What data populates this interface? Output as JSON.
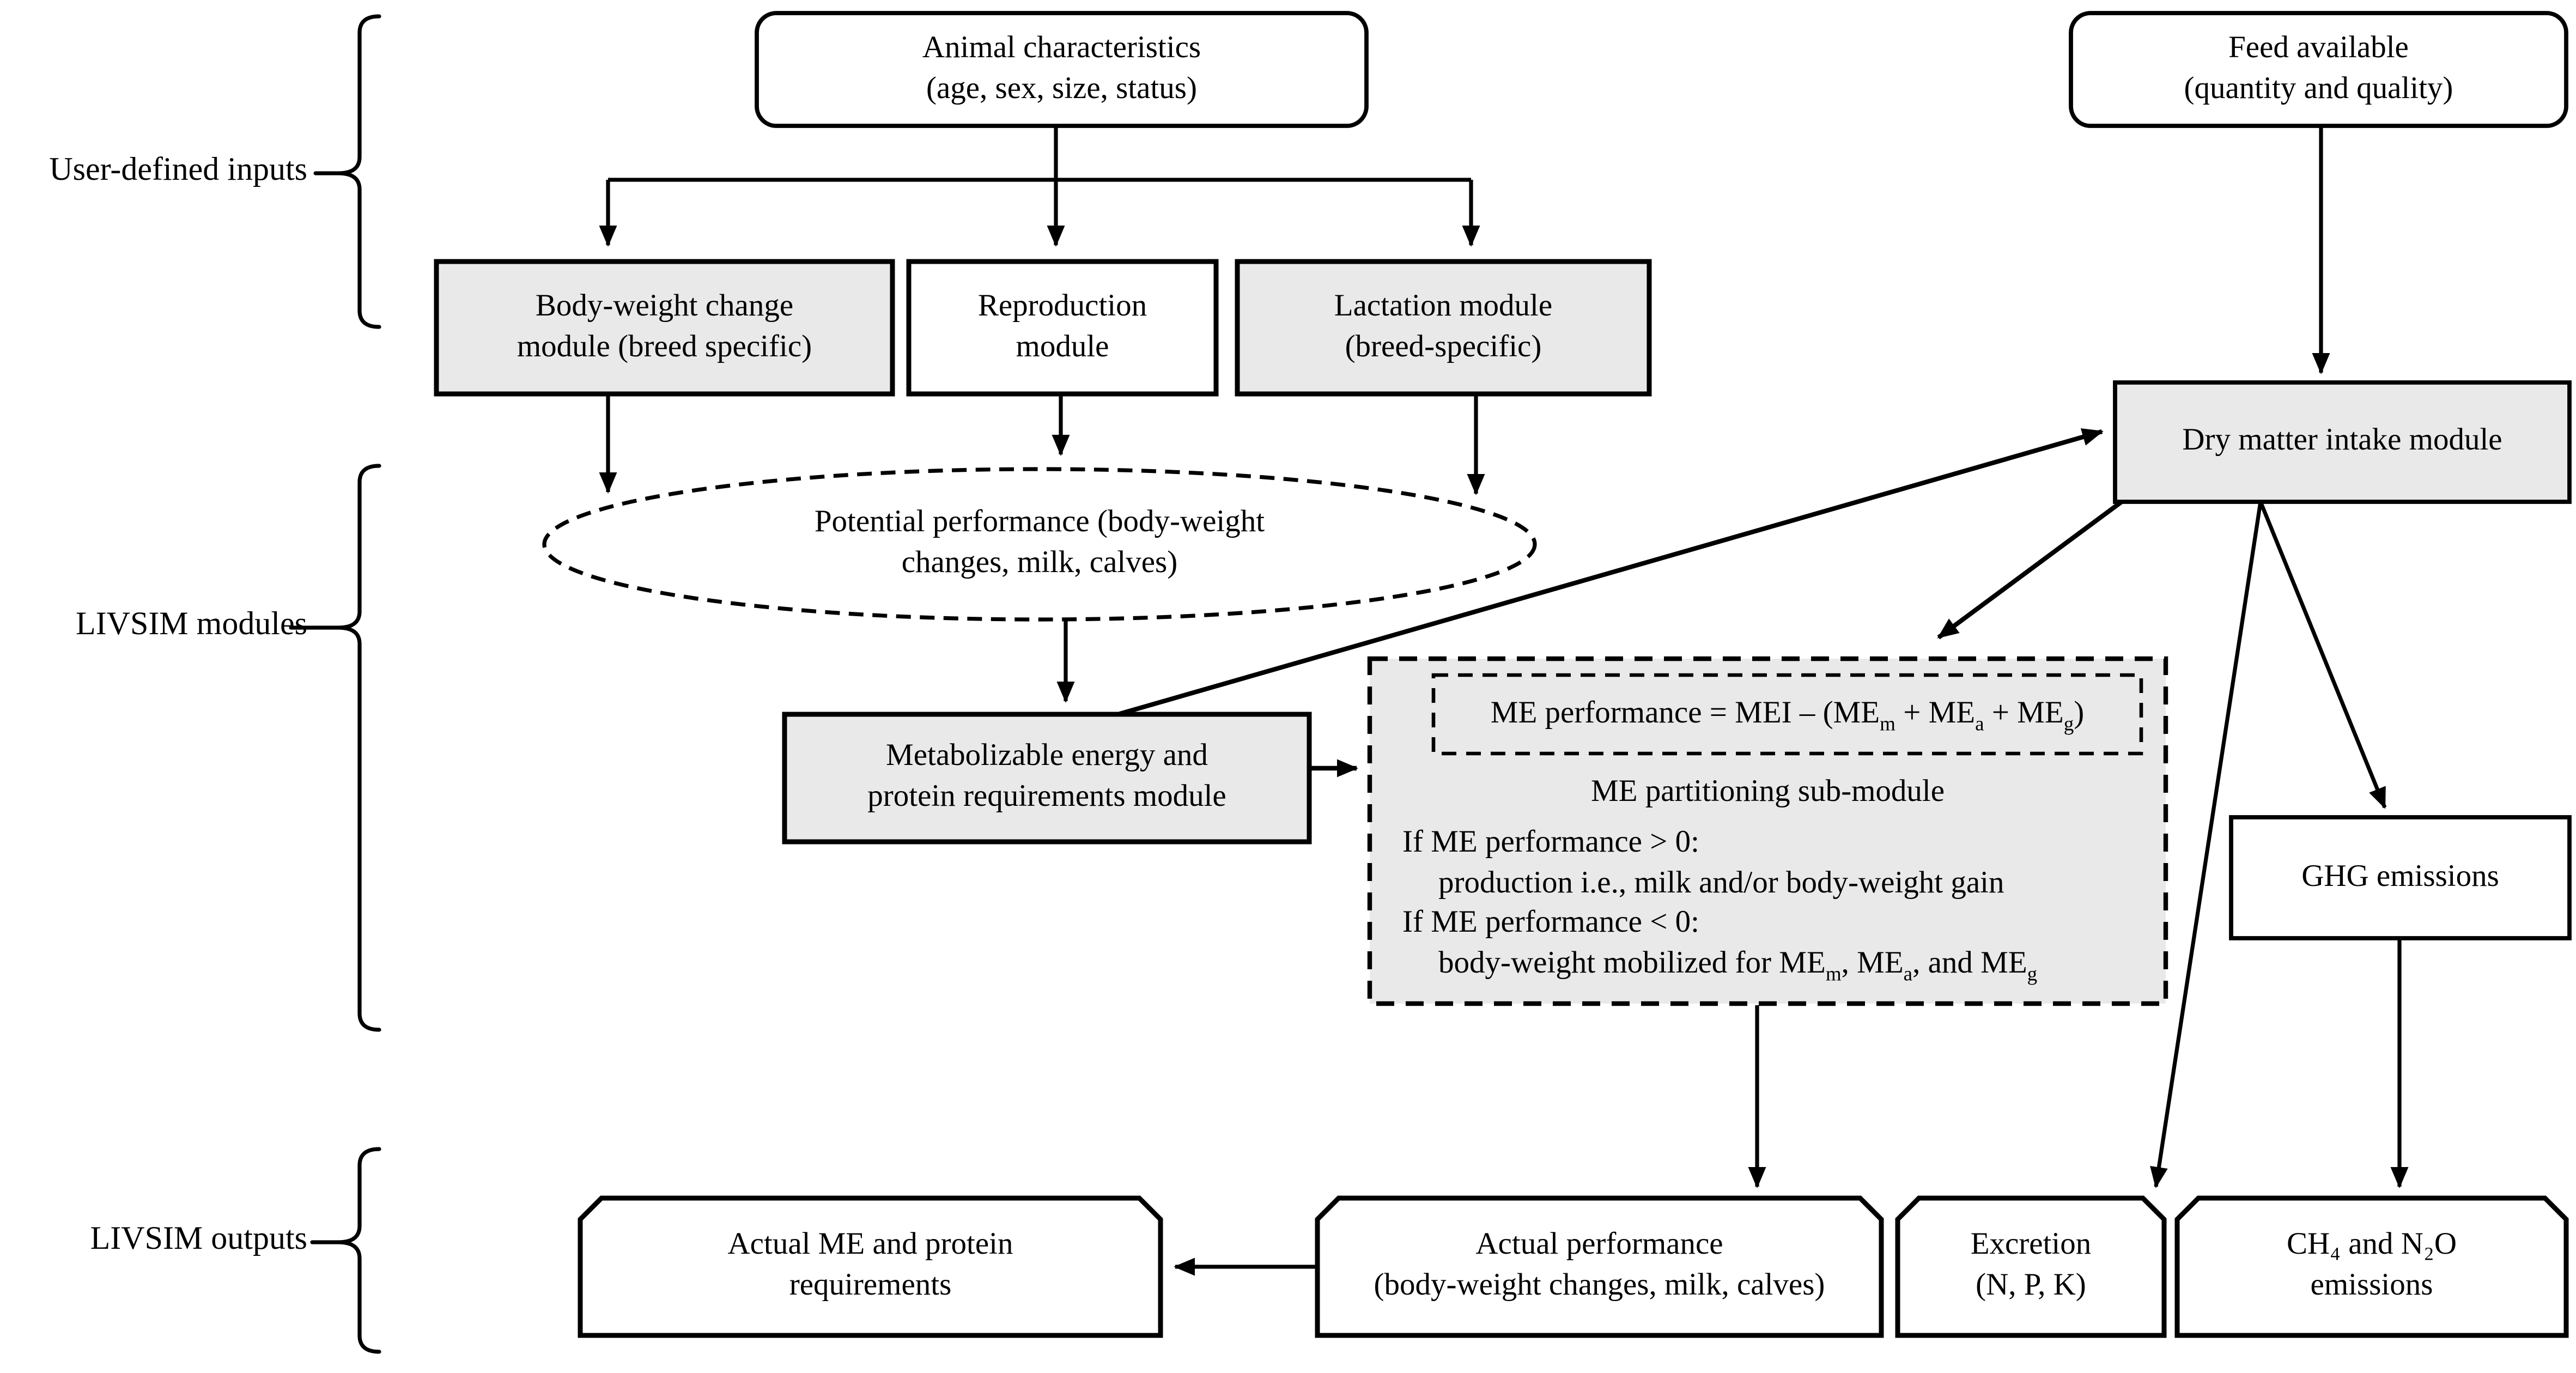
{
  "labels": {
    "inputs": "User-defined inputs",
    "modules": "LIVSIM modules",
    "outputs": "LIVSIM outputs"
  },
  "nodes": {
    "animal": "Animal characteristics\n(age, sex, size, status)",
    "feed": "Feed available\n(quantity and quality)",
    "body_weight": "Body-weight change\nmodule (breed specific)",
    "reproduction": "Reproduction\nmodule",
    "lactation": "Lactation module\n(breed-specific)",
    "dmi": "Dry matter intake module",
    "potential": "Potential performance (body-weight\nchanges, milk, calves)",
    "me_protein": "Metabolizable energy and\nprotein requirements module",
    "ghg": "GHG emissions",
    "actual_me": "Actual ME and protein\nrequirements",
    "actual_perf": "Actual performance\n(body-weight changes, milk, calves)",
    "excretion": "Excretion\n(N, P, K)",
    "ch4_n2o": "CH₄ and N₂O\nemissions"
  },
  "submodule": {
    "title": "ME partitioning sub-module",
    "formula": [
      "ME performance = MEI – (ME",
      "m",
      " + ME",
      "a",
      " + ME",
      "g",
      ")"
    ],
    "line1": "If ME performance > 0:",
    "line2": "production i.e., milk and/or body-weight gain",
    "line3": "If ME performance < 0:",
    "line4": [
      "body-weight mobilized for ME",
      "m",
      ", ME",
      "a",
      ", and ME",
      "g"
    ]
  },
  "colors": {
    "line": "#000000",
    "module_fill": "#e9e9e9",
    "box_fill": "#ffffff"
  }
}
